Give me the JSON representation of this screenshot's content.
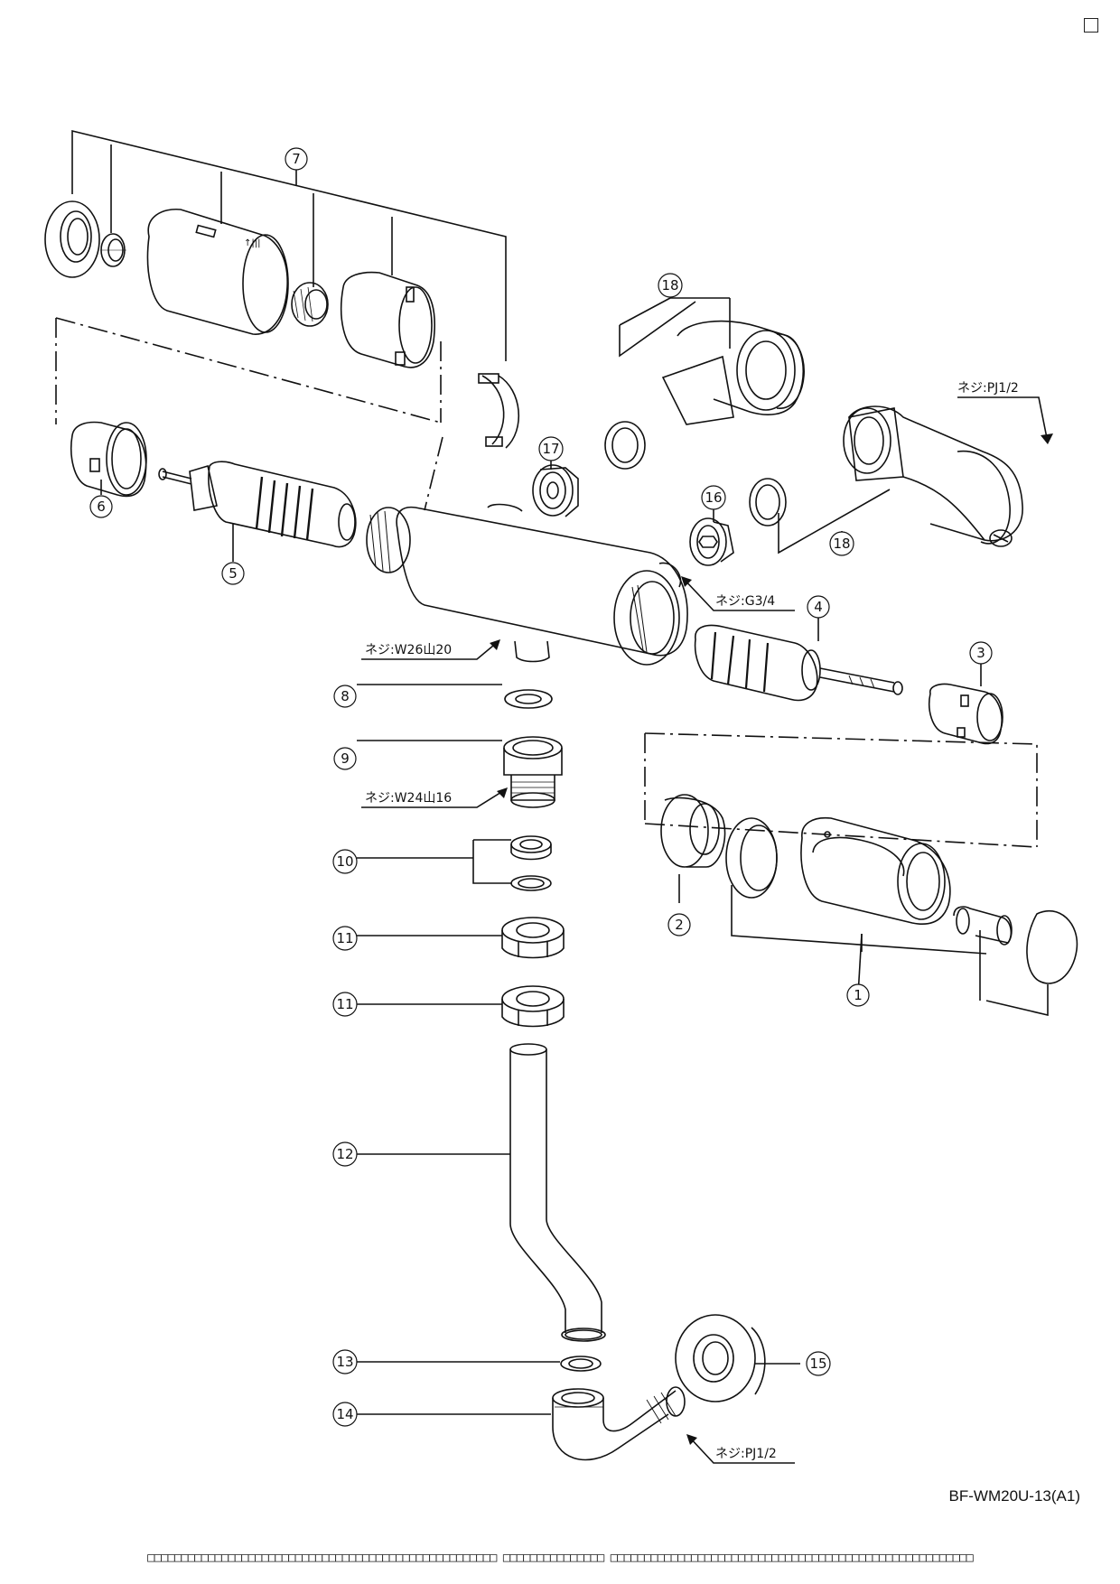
{
  "document_code": "BF-WM20U-13(A1)",
  "footer_text": "□□□□□□□□□□□□□□□□□□□□□□□□□□□□□□□□□□□□□□□□□□□□□□□□□□□□ □□□□□□□□□□□□□□□ □□□□□□□□□□□□□□□□□□□□□□□□□□□□□□□□□□□□□□□□□□□□□□□□□□□□□□",
  "corner_mark": "□",
  "callouts": [
    {
      "id": "c1",
      "label": "1"
    },
    {
      "id": "c2",
      "label": "2"
    },
    {
      "id": "c3",
      "label": "3"
    },
    {
      "id": "c4",
      "label": "4"
    },
    {
      "id": "c5",
      "label": "5"
    },
    {
      "id": "c6",
      "label": "6"
    },
    {
      "id": "c7",
      "label": "7"
    },
    {
      "id": "c8",
      "label": "8"
    },
    {
      "id": "c9",
      "label": "9"
    },
    {
      "id": "c10",
      "label": "10"
    },
    {
      "id": "c11a",
      "label": "11"
    },
    {
      "id": "c11b",
      "label": "11"
    },
    {
      "id": "c12",
      "label": "12"
    },
    {
      "id": "c13",
      "label": "13"
    },
    {
      "id": "c14",
      "label": "14"
    },
    {
      "id": "c15",
      "label": "15"
    },
    {
      "id": "c16",
      "label": "16"
    },
    {
      "id": "c17",
      "label": "17"
    },
    {
      "id": "c18a",
      "label": "18"
    },
    {
      "id": "c18b",
      "label": "18"
    }
  ],
  "thread_labels": {
    "pj_top": "ネジ:PJ1/2",
    "g34": "ネジ:G3/4",
    "w26": "ネジ:W26山20",
    "w24": "ネジ:W24山16",
    "pj_bottom": "ネジ:PJ1/2"
  }
}
